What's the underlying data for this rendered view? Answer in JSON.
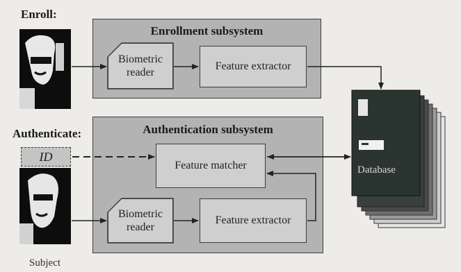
{
  "labels": {
    "enroll": "Enroll:",
    "authenticate": "Authenticate:",
    "subject": "Subject",
    "id": "ID",
    "database": "Database"
  },
  "enrollment": {
    "title": "Enrollment subsystem",
    "reader": "Biometric reader",
    "extractor": "Feature extractor"
  },
  "authentication": {
    "title": "Authentication subsystem",
    "matcher": "Feature matcher",
    "reader": "Biometric reader",
    "extractor": "Feature extractor"
  },
  "colors": {
    "background": "#eeece9",
    "subsystem_fill": "#b3b3b3",
    "box_fill": "#cfcfcf",
    "stroke": "#3c3c3c",
    "database_front": "#2a3430"
  }
}
